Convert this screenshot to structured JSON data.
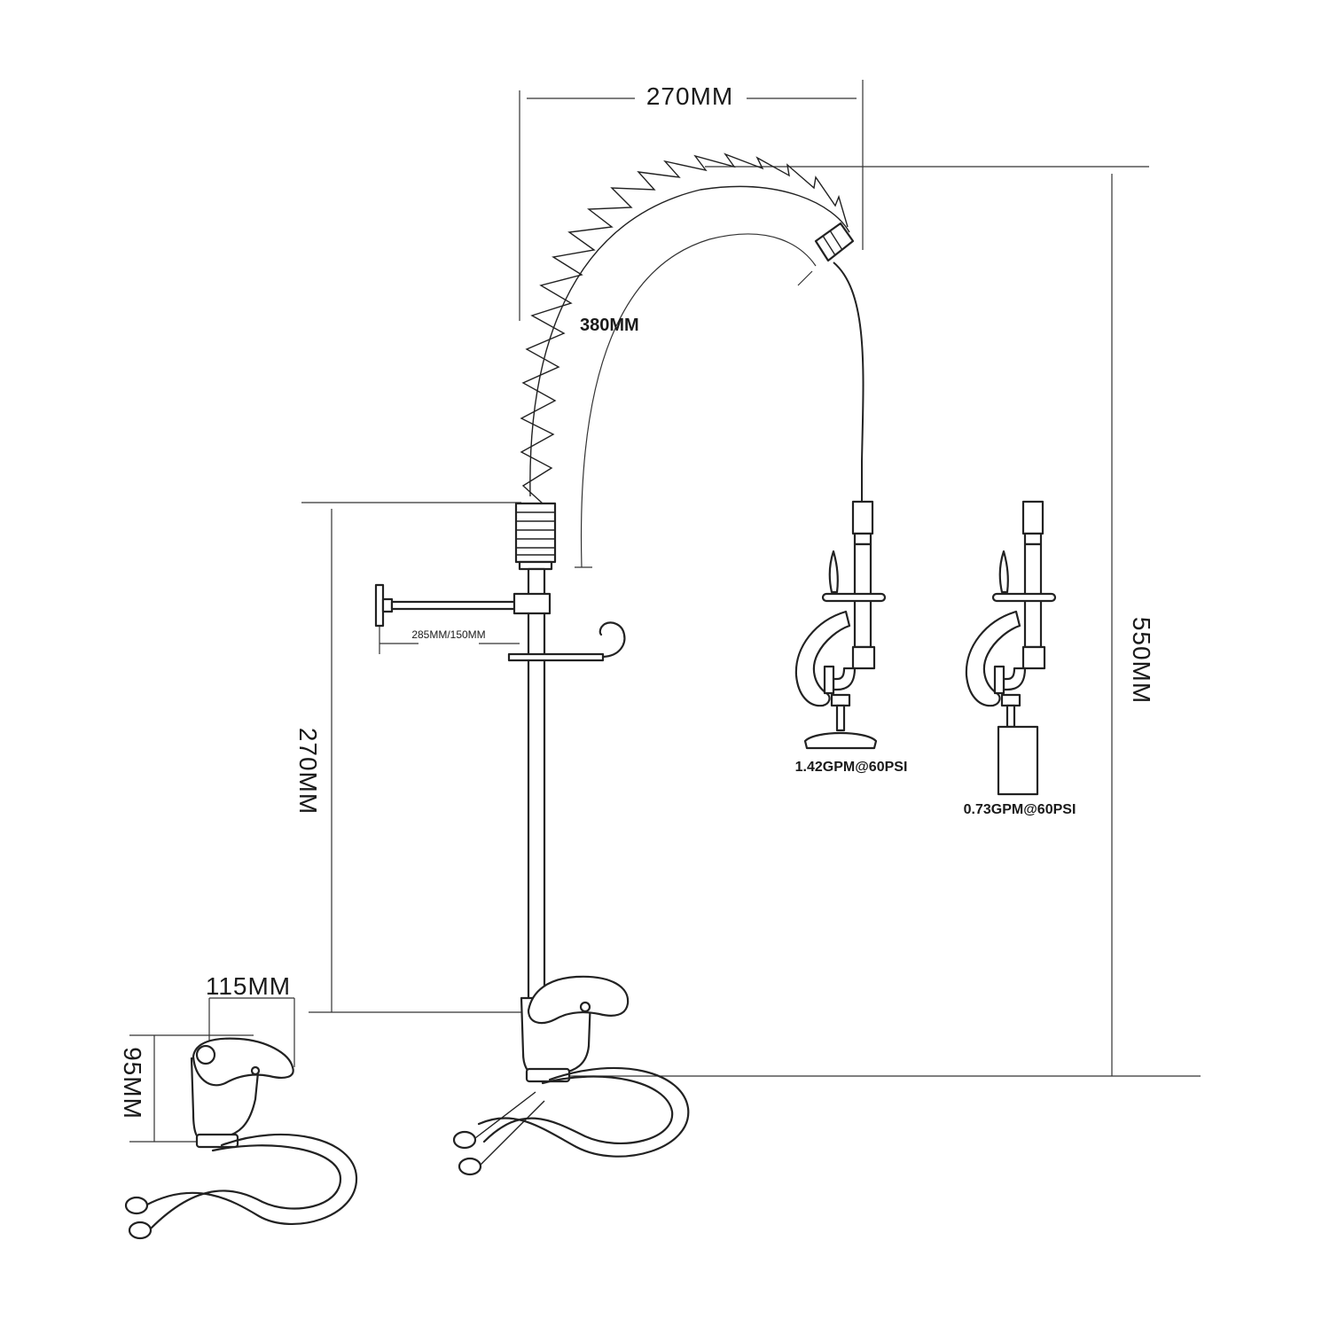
{
  "diagram": {
    "labels": {
      "top_width": "270MM",
      "hose_length": "380MM",
      "arm_length": "285MM/150MM",
      "height_lower": "270MM",
      "height_total": "550MM",
      "base_width": "115MM",
      "base_height": "95MM",
      "flow_spray": "1.42GPM@60PSI",
      "flow_jet": "0.73GPM@60PSI"
    },
    "colors": {
      "line": "#222222",
      "background": "#ffffff"
    }
  }
}
